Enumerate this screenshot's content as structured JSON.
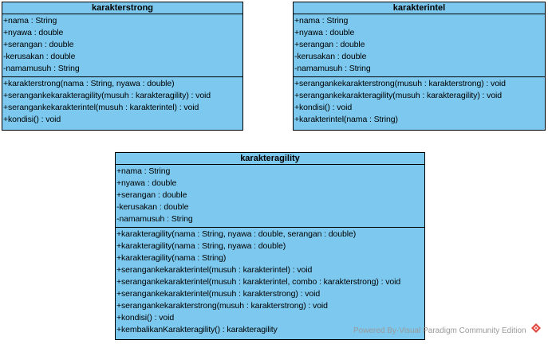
{
  "classes": {
    "karakterstrong": {
      "name": "karakterstrong",
      "attributes": [
        "+nama : String",
        "+nyawa : double",
        "+serangan : double",
        "-kerusakan : double",
        "-namamusuh : String"
      ],
      "operations": [
        "+karakterstrong(nama : String, nyawa : double)",
        "+serangankekarakteragility(musuh : karakteragility) : void",
        "+serangankekarakterintel(musuh : karakterintel) : void",
        "+kondisi() : void"
      ]
    },
    "karakterintel": {
      "name": "karakterintel",
      "attributes": [
        "+nama : String",
        "+nyawa : double",
        "+serangan : double",
        "-kerusakan : double",
        "-namamusuh : String"
      ],
      "operations": [
        "+serangankekarakterstrong(musuh : karakterstrong) : void",
        "+serangankekarakteragility(musuh : karakteragility) : void",
        "+kondisi() : void",
        "+karakterintel(nama : String)"
      ]
    },
    "karakteragility": {
      "name": "karakteragility",
      "attributes": [
        "+nama : String",
        "+nyawa : double",
        "+serangan : double",
        "-kerusakan : double",
        "-namamusuh : String"
      ],
      "operations": [
        "+karakteragility(nama : String, nyawa : double, serangan : double)",
        "+karakteragility(nama : String, nyawa : double)",
        "+karakteragility(nama : String)",
        "+serangankekarakterintel(musuh : karakterintel) : void",
        "+serangankekarakterintel(musuh : karakterintel, combo : karakterstrong) : void",
        "+serangankekarakterintel(musuh : karakterstrong) : void",
        "+serangankekarakterstrong(musuh : karakterstrong) : void",
        "+kondisi() : void",
        "+kembalikanKarakteragility() : karakteragility"
      ]
    }
  },
  "watermark": {
    "text": "Powered By·Visual Paradigm Community Edition",
    "logo_icon": "visual-paradigm-logo-icon",
    "color": "#9a9a9a"
  },
  "colors": {
    "class_fill": "#7cc8ee",
    "class_border": "#000000"
  }
}
